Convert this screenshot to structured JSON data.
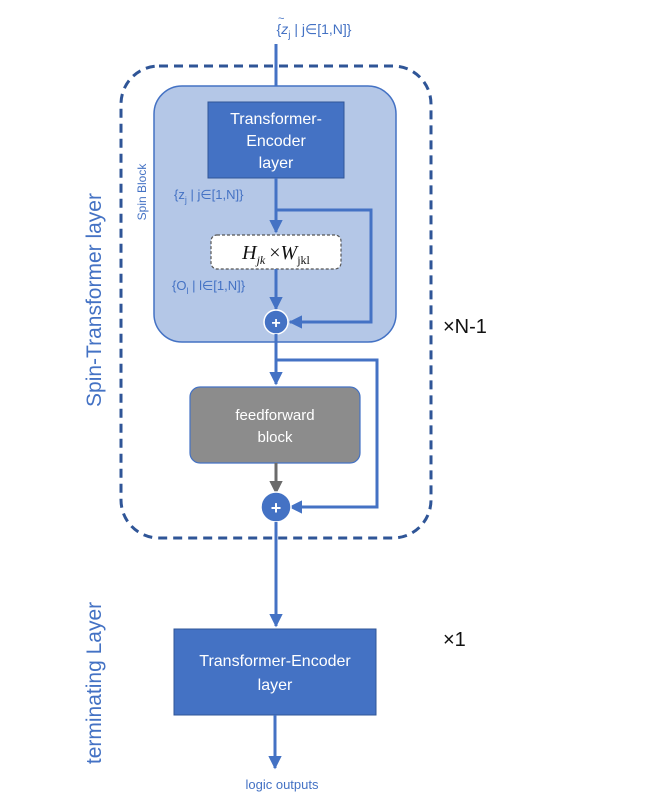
{
  "top_input": {
    "prefix": "{",
    "var": "z",
    "sub": "j",
    "suffix": " | j∈[1,N]}"
  },
  "outer_label": "Spin-Transformer layer",
  "spin_block_label": "Spin Block",
  "encoder1": {
    "line1": "Transformer-",
    "line2": "Encoder",
    "line3": "layer"
  },
  "z_label": {
    "prefix": "{z",
    "sub": "j",
    "suffix": " | j∈[1,N]}"
  },
  "formula": {
    "a": "H",
    "a_sub": "jk",
    "op": "×",
    "b": "W",
    "b_sub": "jkl"
  },
  "o_label": {
    "prefix": "{O",
    "sub": "l",
    "suffix": " | l∈[1,N]}"
  },
  "plus1": "+",
  "plus2": "+",
  "feedforward": {
    "line1": "feedforward",
    "line2": "block"
  },
  "repeat_n": "×N-1",
  "terminating_label": "terminating Layer",
  "encoder2": {
    "line1": "Transformer-Encoder",
    "line2": "layer"
  },
  "repeat_1": "×1",
  "output_label": "logic outputs",
  "colors": {
    "accent": "#4472C4",
    "box_fill": "#4472C4",
    "spin_block_fill": "#B4C7E7",
    "feedforward_fill": "#8C8C8C",
    "outer_dash": "#2F5597"
  }
}
